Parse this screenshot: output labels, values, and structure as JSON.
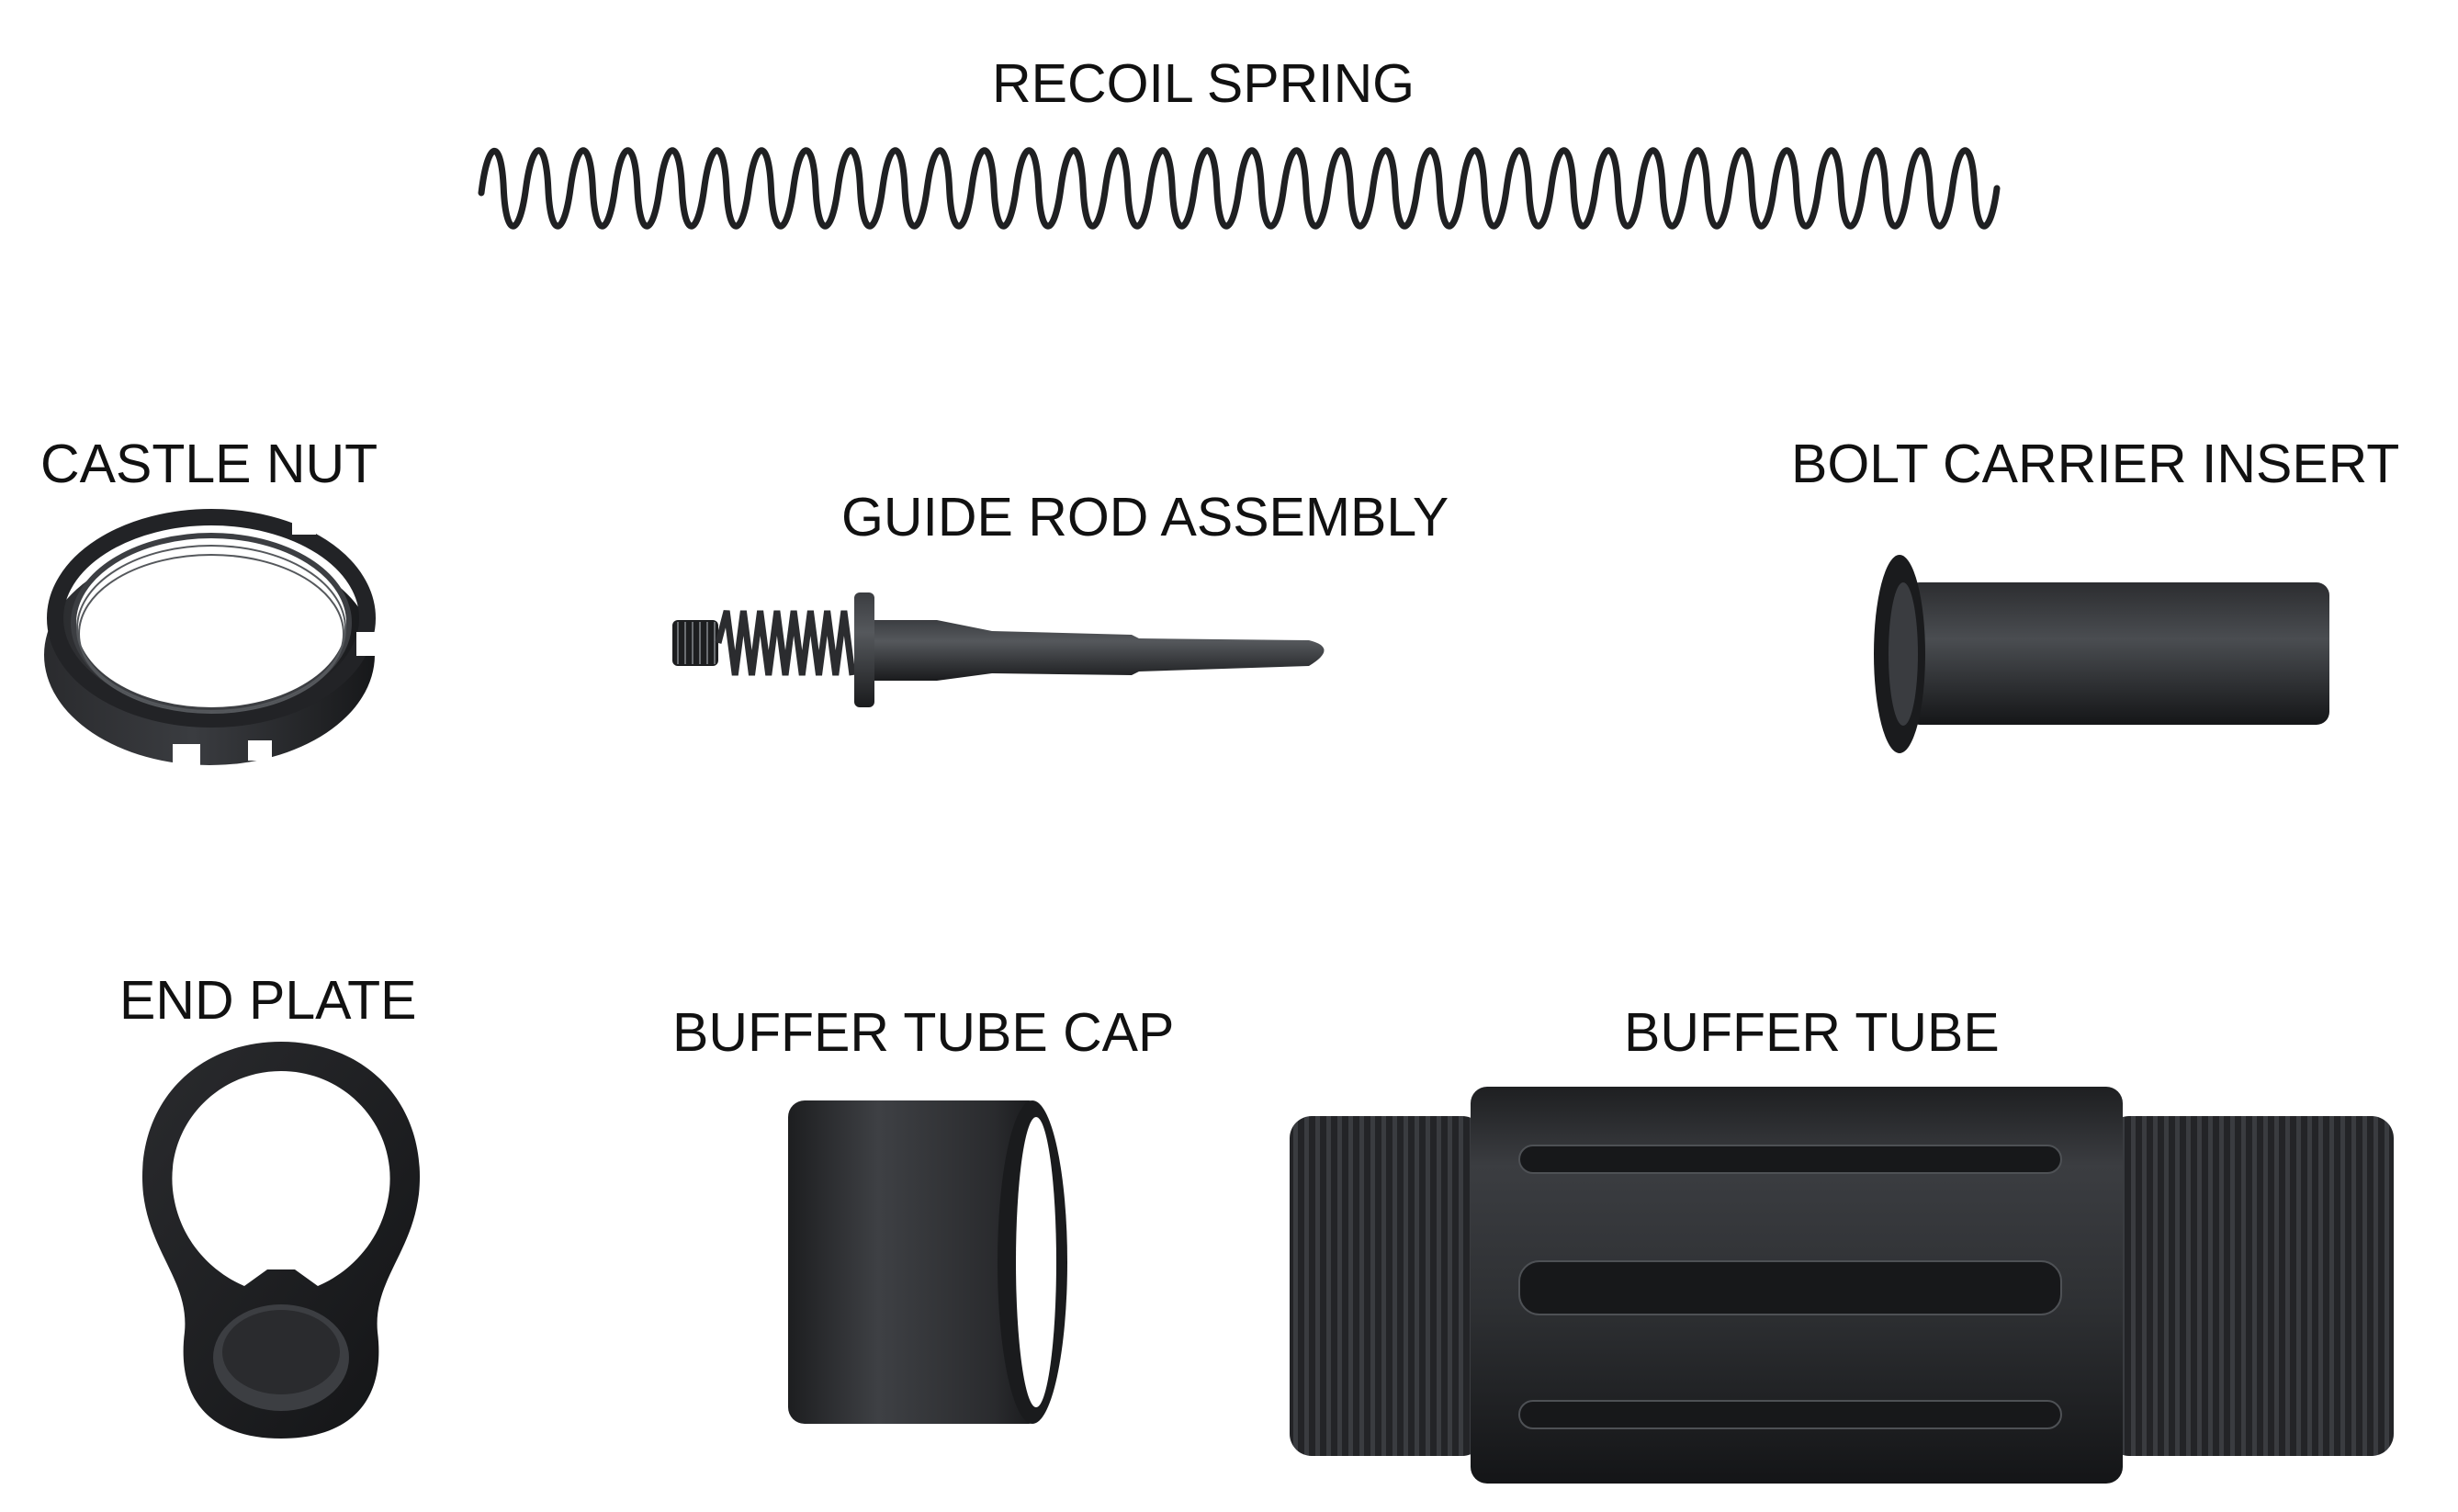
{
  "labels": {
    "recoil_spring": "RECOIL SPRING",
    "castle_nut": "CASTLE NUT",
    "guide_rod_assembly": "GUIDE ROD ASSEMBLY",
    "bolt_carrier_insert": "BOLT CARRIER INSERT",
    "end_plate": "END PLATE",
    "buffer_tube_cap": "BUFFER TUBE CAP",
    "buffer_tube": "BUFFER TUBE"
  },
  "colors": {
    "background": "#ffffff",
    "text": "#111111",
    "metal_dark": "#1c1d1f",
    "metal_mid": "#2e3033",
    "metal_light": "#4a4d51"
  }
}
